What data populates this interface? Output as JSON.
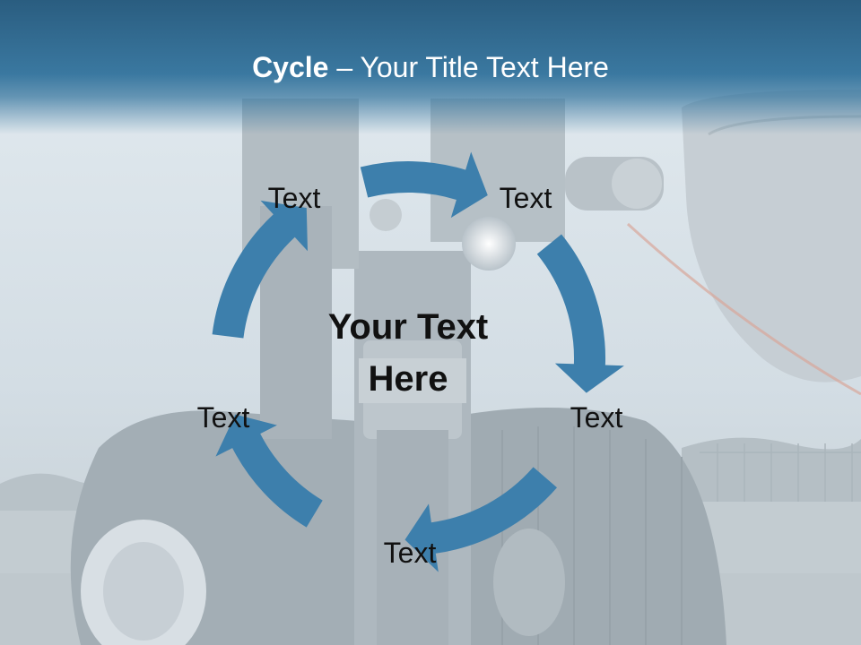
{
  "title": {
    "bold": "Cycle",
    "rest": " – Your Title Text Here"
  },
  "center": {
    "line1": "Your Text",
    "line2": "Here"
  },
  "nodes": [
    {
      "label": "Text"
    },
    {
      "label": "Text"
    },
    {
      "label": "Text"
    },
    {
      "label": "Text"
    },
    {
      "label": "Text"
    }
  ],
  "colors": {
    "arrow": "#3d7fac",
    "title_band": "#2f6a91",
    "title_text": "#ffffff",
    "label_text": "#111111"
  }
}
